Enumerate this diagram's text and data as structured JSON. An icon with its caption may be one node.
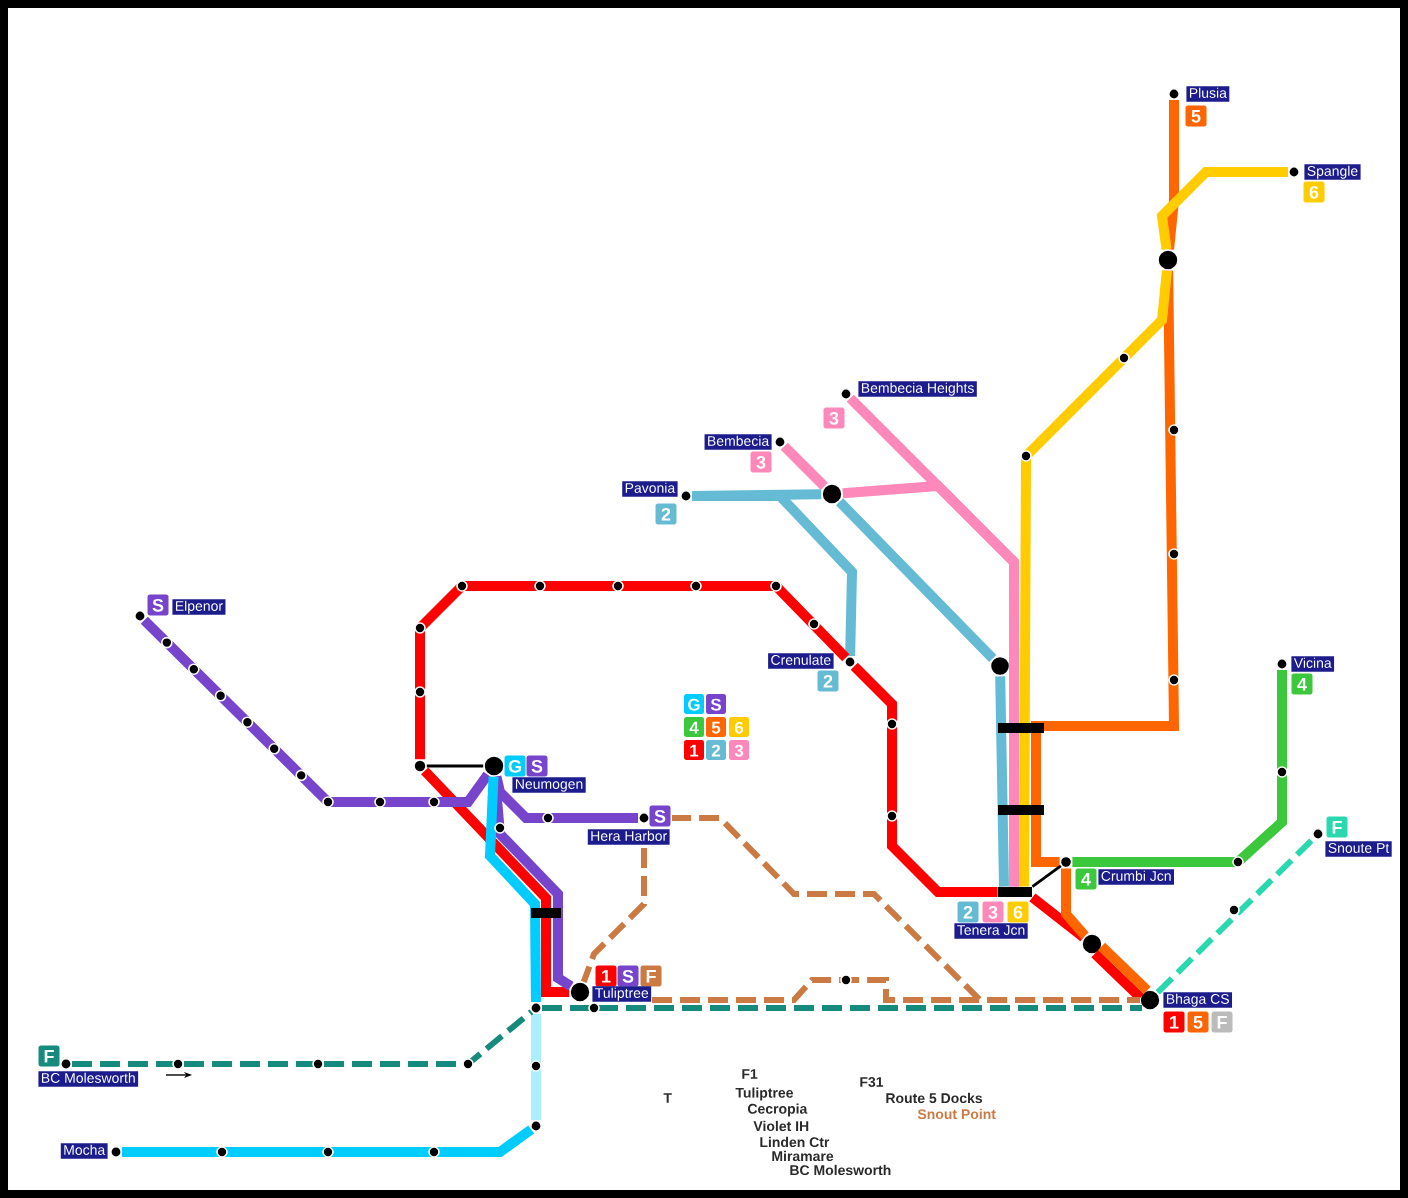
{
  "diagram": {
    "nodes": [
      {
        "text": [
          "Plusia",
          "5"
        ]
      },
      {
        "text": [
          "Spangle",
          "6"
        ]
      },
      {
        "text": [],
        "shape": "circle"
      },
      {
        "text": [
          "Bembecia Heights",
          "3"
        ]
      },
      {
        "text": [
          "Bembecia",
          "3"
        ]
      },
      {
        "text": [
          "Pavonia",
          "2"
        ]
      },
      {
        "text": [],
        "shape": "circle"
      },
      {
        "text": [],
        "shape": "circle"
      },
      {
        "text": [
          "Crenulate",
          "2"
        ]
      },
      {
        "text": [
          "S",
          "Elpenor"
        ]
      },
      {
        "text": [
          "Vicina",
          "4"
        ]
      },
      {
        "text": [
          "G",
          "S",
          "Neumogen"
        ]
      },
      {
        "text": [],
        "shape": "circle"
      },
      {
        "text": [
          "S",
          "Hera Harbor"
        ]
      },
      {
        "text": [
          "F",
          "Snoute Pt"
        ]
      },
      {
        "text": [
          "4",
          "Crumbi Jcn"
        ]
      },
      {
        "text": [
          "2",
          "3",
          "6",
          "Tenera Jcn"
        ]
      },
      {
        "text": [],
        "shape": "circle"
      },
      {
        "text": [
          "1",
          "S",
          "F",
          "Tuliptree"
        ]
      },
      {
        "text": [
          "Bhaga CS",
          "1",
          "5",
          "F"
        ]
      },
      {
        "text": [
          "F",
          "BC Molesworth"
        ]
      },
      {
        "text": [
          "Mocha"
        ]
      },
      {
        "text": [],
        "shape": "circle"
      },
      {
        "text": [],
        "shape": "circle"
      }
    ],
    "edges": [
      {
        "from": 0,
        "to": 2,
        "arrow": "none",
        "color": "#ff6600"
      },
      {
        "from": 1,
        "to": 2,
        "arrow": "none",
        "color": "#ffcc00"
      },
      {
        "from": 2,
        "to": 15,
        "arrow": "none",
        "color": "#ff6600"
      },
      {
        "from": 2,
        "to": 16,
        "arrow": "none",
        "color": "#ffcc00"
      },
      {
        "from": 3,
        "to": 16,
        "arrow": "none",
        "color": "#ff88bb"
      },
      {
        "from": 4,
        "to": 6,
        "arrow": "none",
        "color": "#ff88bb"
      },
      {
        "from": 6,
        "to": 16,
        "arrow": "none",
        "color": "#ff88bb"
      },
      {
        "from": 5,
        "to": 6,
        "arrow": "none",
        "color": "#66bbd4"
      },
      {
        "from": 5,
        "to": 8,
        "arrow": "none",
        "color": "#66bbd4"
      },
      {
        "from": 6,
        "to": 7,
        "arrow": "none",
        "color": "#66bbd4"
      },
      {
        "from": 7,
        "to": 16,
        "arrow": "none",
        "color": "#66bbd4"
      },
      {
        "from": 12,
        "to": 8,
        "arrow": "none",
        "color": "#ff0000"
      },
      {
        "from": 8,
        "to": 16,
        "arrow": "none",
        "color": "#ff0000"
      },
      {
        "from": 16,
        "to": 17,
        "arrow": "none",
        "color": "#ff0000"
      },
      {
        "from": 17,
        "to": 19,
        "arrow": "none",
        "color": "#ff0000"
      },
      {
        "from": 15,
        "to": 17,
        "arrow": "none",
        "color": "#ff6600"
      },
      {
        "from": 17,
        "to": 19,
        "arrow": "none",
        "color": "#ff6600"
      },
      {
        "from": 10,
        "to": 15,
        "arrow": "none",
        "color": "#3cc83c"
      },
      {
        "from": 15,
        "to": 16,
        "arrow": "none",
        "color": "#000000"
      },
      {
        "from": 12,
        "to": 11,
        "arrow": "none",
        "color": "#000000"
      },
      {
        "from": 18,
        "to": 12,
        "arrow": "none",
        "color": "#ff0000"
      },
      {
        "from": 9,
        "to": 11,
        "arrow": "none",
        "color": "#7744cc"
      },
      {
        "from": 11,
        "to": 13,
        "arrow": "none",
        "color": "#7744cc"
      },
      {
        "from": 11,
        "to": 18,
        "arrow": "none",
        "color": "#7744cc"
      },
      {
        "from": 11,
        "to": 22,
        "arrow": "none",
        "color": "#00ccff"
      },
      {
        "from": 22,
        "to": 23,
        "arrow": "none",
        "color": "#aaeeff"
      },
      {
        "from": 23,
        "to": 21,
        "arrow": "none",
        "color": "#00ccff"
      },
      {
        "from": 20,
        "to": 22,
        "arrow": "none",
        "style": "dashed",
        "color": "#178a7e"
      },
      {
        "from": 22,
        "to": 19,
        "arrow": "none",
        "style": "dashed",
        "color": "#178a7e"
      },
      {
        "from": 13,
        "to": 18,
        "arrow": "none",
        "style": "dashed",
        "color": "#cc7a44"
      },
      {
        "from": 13,
        "to": 19,
        "arrow": "none",
        "style": "dashed",
        "color": "#cc7a44"
      },
      {
        "from": 18,
        "to": 19,
        "arrow": "none",
        "style": "dashed",
        "color": "#cc7a44"
      },
      {
        "from": 19,
        "to": 14,
        "arrow": "none",
        "style": "dashed",
        "color": "#2ad8b0"
      }
    ],
    "labels": [
      "G",
      "S",
      "4",
      "5",
      "6",
      "1",
      "2",
      "3",
      "T",
      "F1",
      "Tuliptree",
      "Cecropia",
      "Violet IH",
      "Linden Ctr",
      "Miramare",
      "BC Molesworth",
      "F31",
      "Route 5 Docks",
      "Snout Point"
    ]
  }
}
